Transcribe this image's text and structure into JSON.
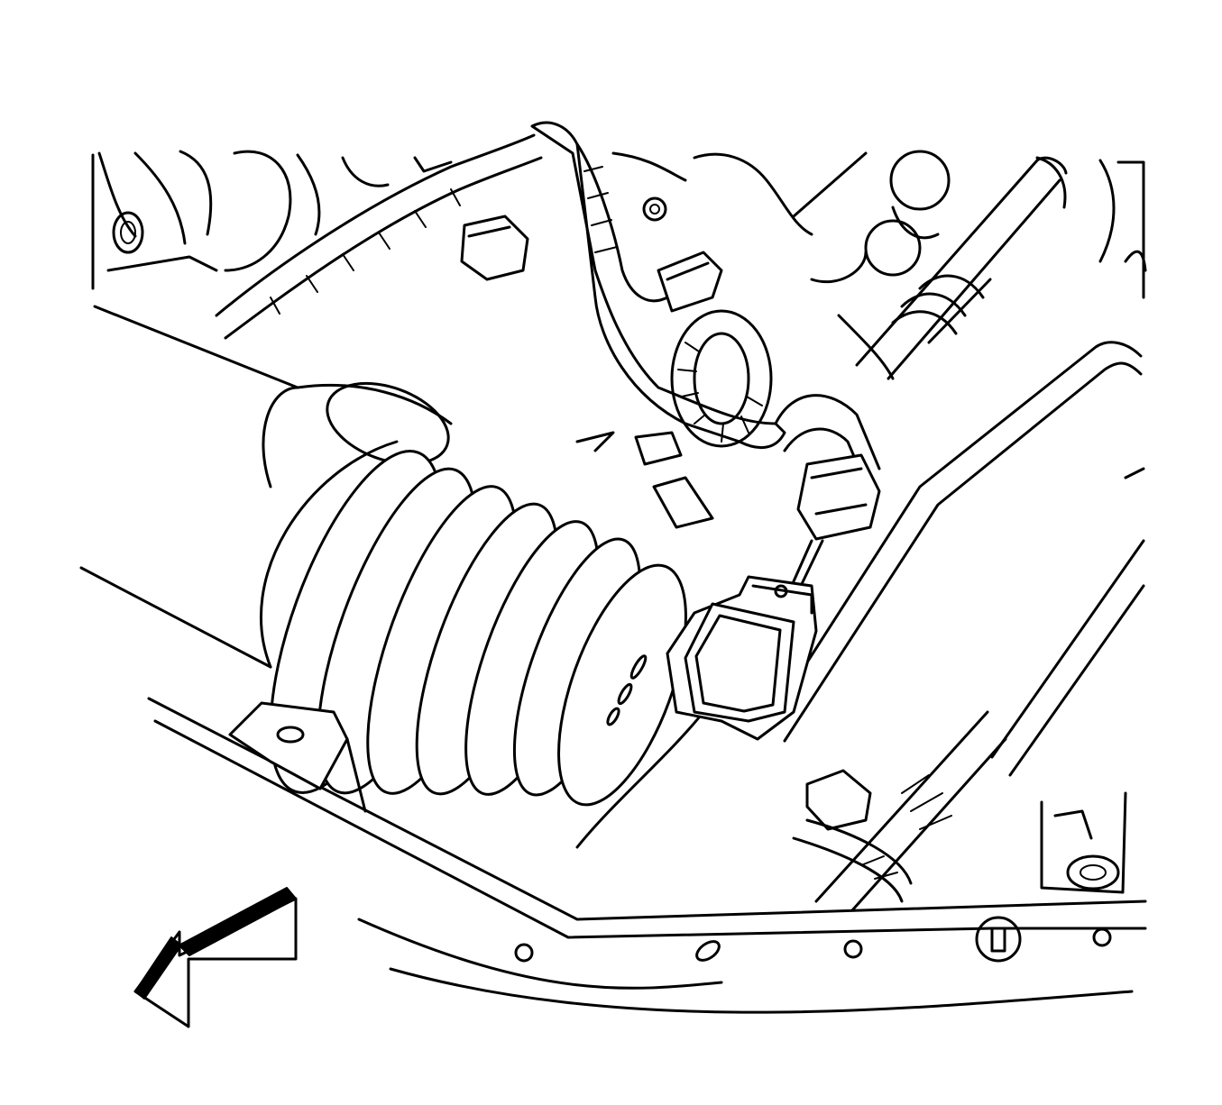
{
  "diagram": {
    "line_color": "#000000",
    "background_color": "#ffffff",
    "components": [
      "air-intake-duct",
      "bellows-boot",
      "mass-airflow-sensor",
      "sensor-electrical-connector",
      "wiring-harness",
      "coolant-hose",
      "hose-clamp",
      "engine-support-frame",
      "forward-direction-arrow"
    ]
  }
}
